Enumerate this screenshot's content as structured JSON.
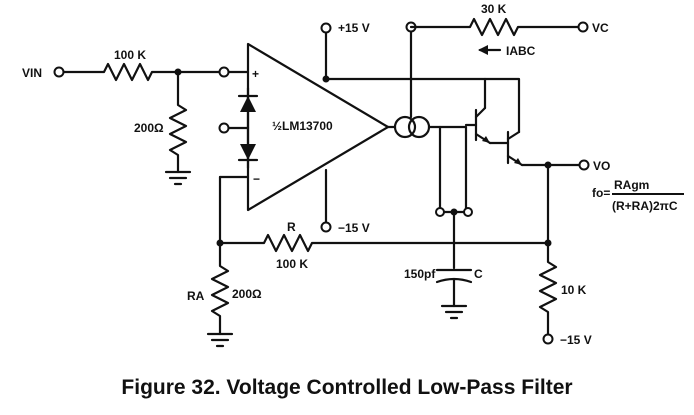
{
  "labels": {
    "vin": "VIN",
    "r_in": "100 K",
    "r_shunt": "200Ω",
    "opamp": "½LM13700",
    "plus": "+",
    "minus": "−",
    "vpos": "+15 V",
    "vneg": "−15 V",
    "r_top": "30 K",
    "vc": "VC",
    "iabc": "IABC",
    "r_fb_name": "R",
    "r_fb_value": "100 K",
    "cap_value": "150pf",
    "cap_name": "C",
    "ra_name": "RA",
    "ra_value": "200Ω",
    "vo": "VO",
    "r_load": "10 K",
    "vneg2": "−15 V",
    "formula_lhs": "fo=",
    "formula_num": "RAgm",
    "formula_den": "(R+RA)2πC"
  },
  "caption": "Figure 32.  Voltage Controlled Low-Pass Filter"
}
